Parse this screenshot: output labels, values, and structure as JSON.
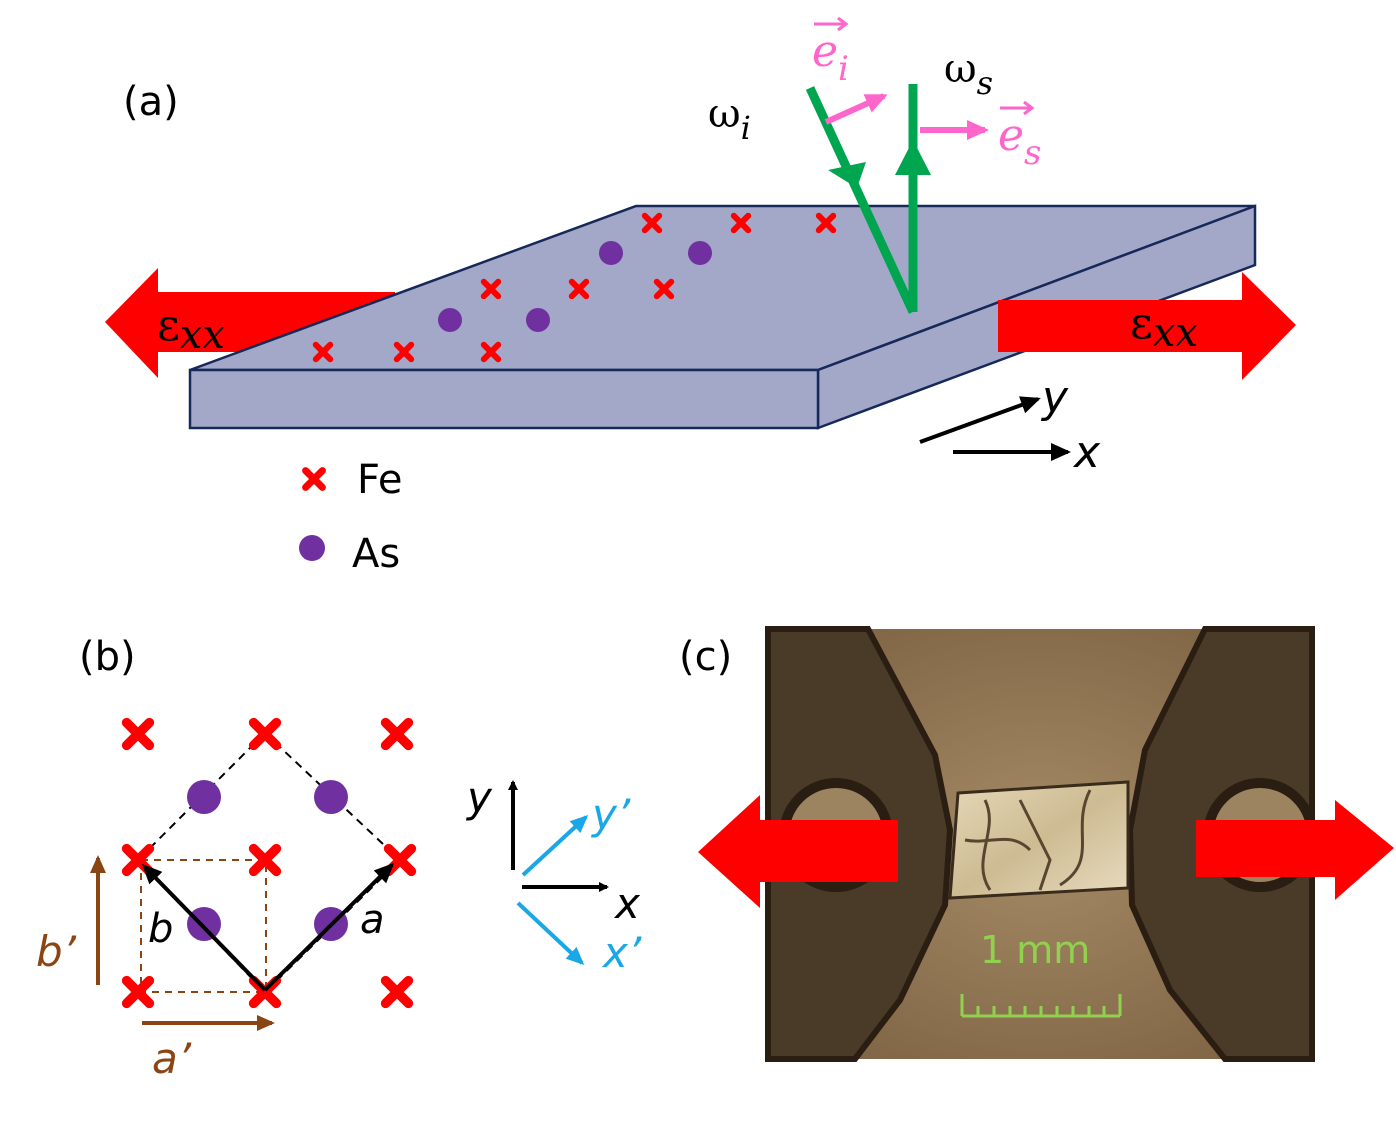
{
  "panels": {
    "a": {
      "label": "(a)"
    },
    "b": {
      "label": "(b)"
    },
    "c": {
      "label": "(c)"
    }
  },
  "legend": {
    "fe": "Fe",
    "as": "As"
  },
  "strain": {
    "left_symbol": "ε",
    "left_sub": "xx",
    "right_symbol": "ε",
    "right_sub": "xx"
  },
  "light": {
    "omega": "ω",
    "incident_sub": "i",
    "scattered_sub": "s",
    "e_letter": "e",
    "e_incident_sub": "i",
    "e_scattered_sub": "s"
  },
  "axes_a": {
    "x": "x",
    "y": "y"
  },
  "lattice": {
    "a": "a",
    "b": "b",
    "a_prime": "a’",
    "b_prime": "b’"
  },
  "axes_b": {
    "x": "x",
    "y": "y",
    "x_prime": "x’",
    "y_prime": "y’"
  },
  "scale_bar": {
    "label": "1 mm"
  },
  "colors": {
    "fe": "#ff0000",
    "as": "#7030a0",
    "arrow": "#ff0000",
    "beam": "#00a550",
    "polarization": "#ff66cc",
    "slab_top": "#a4a8c8",
    "slab_edge": "#17285a",
    "primed_axes": "#1aa7e8",
    "lattice_prime": "#8b4513",
    "scale": "#92d050"
  }
}
